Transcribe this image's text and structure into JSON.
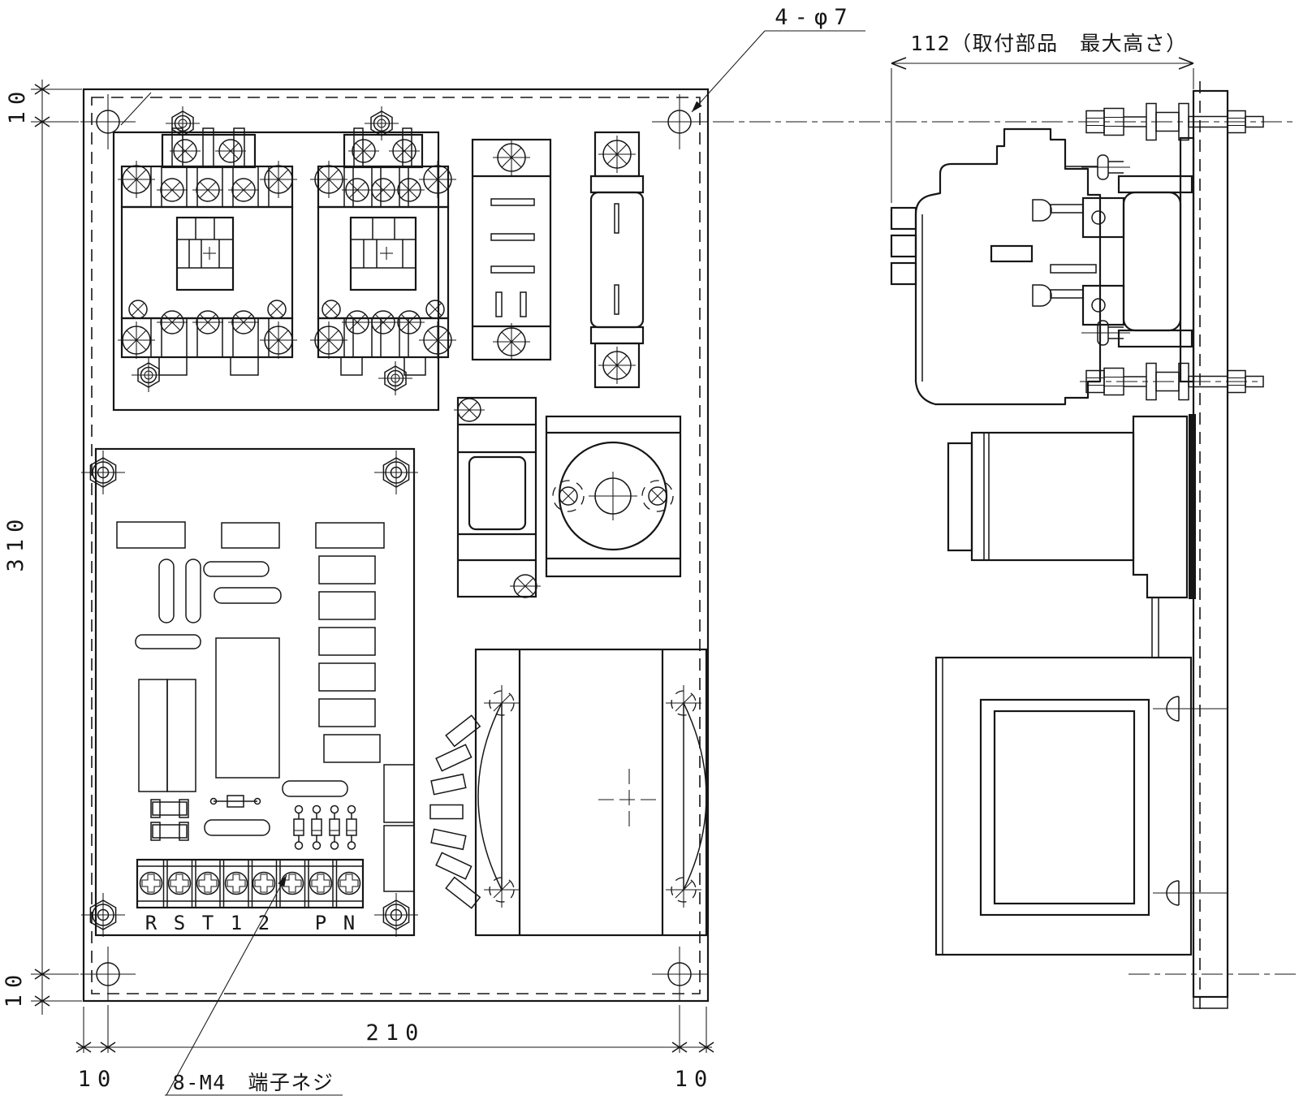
{
  "drawing": {
    "callout_holes": "4-φ7",
    "callout_terminal": "8-M4　端子ネジ",
    "dim_max_height": "112（取付部品　最大高さ）",
    "dim_height": "310",
    "dim_width": "210",
    "dim_margin_top": "10",
    "dim_margin_bottom": "10",
    "dim_margin_left": "10",
    "dim_margin_right": "10",
    "terminal_labels": [
      "R",
      "S",
      "T",
      "1",
      "2",
      "P",
      "N"
    ],
    "line_color": "#161616",
    "bg_color": "#ffffff"
  }
}
